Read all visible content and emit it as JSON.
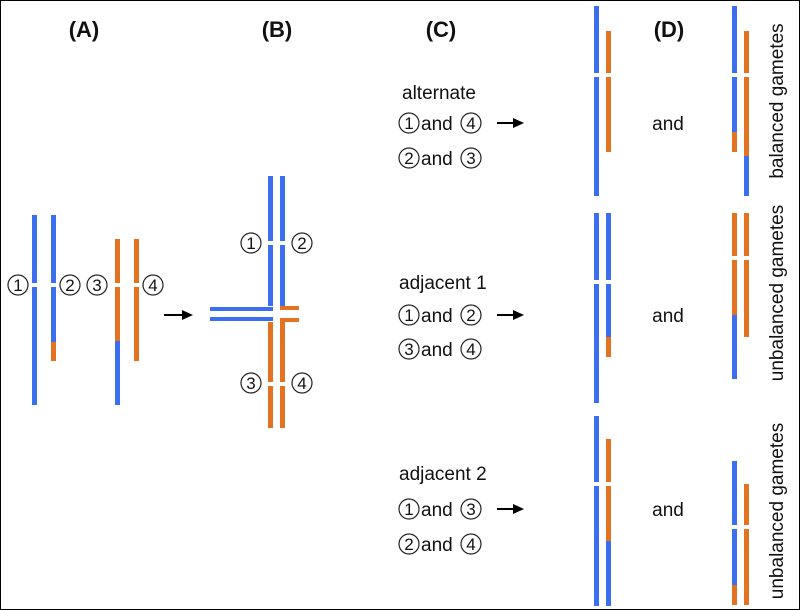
{
  "colors": {
    "blue": "#3b6ff0",
    "orange": "#e37320",
    "centromere": "#ffffff"
  },
  "headers": {
    "a": "(A)",
    "b": "(B)",
    "c": "(C)",
    "d": "(D)"
  },
  "numbers": {
    "n1": "1",
    "n2": "2",
    "n3": "3",
    "n4": "4"
  },
  "connector": "and",
  "rows": [
    {
      "mode": "alternate",
      "pair1": [
        "1",
        "4"
      ],
      "pair2": [
        "2",
        "3"
      ],
      "result": "balanced gametes"
    },
    {
      "mode": "adjacent 1",
      "pair1": [
        "1",
        "2"
      ],
      "pair2": [
        "3",
        "4"
      ],
      "result": "unbalanced gametes"
    },
    {
      "mode": "adjacent 2",
      "pair1": [
        "1",
        "3"
      ],
      "pair2": [
        "2",
        "4"
      ],
      "result": "unbalanced gametes"
    }
  ]
}
